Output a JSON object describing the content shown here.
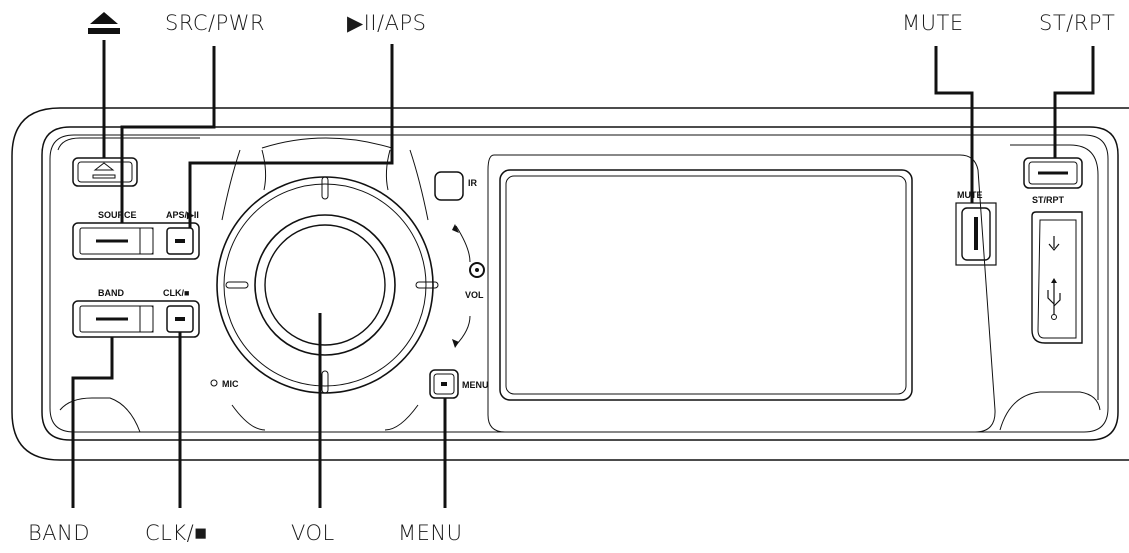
{
  "callouts": {
    "eject_symbol": "⏏",
    "src_pwr": "SRC/PWR",
    "play_aps": "▶II/APS",
    "mute": "MUTE",
    "st_rpt": "ST/RPT",
    "band": "BAND",
    "clk": "CLK/■",
    "vol": "VOL",
    "menu": "MENU"
  },
  "panel_labels": {
    "source": "SOURCE",
    "aps": "APS/▶II",
    "band": "BAND",
    "clk": "CLK/■",
    "ir": "IR",
    "vol": "VOL",
    "mic": "MIC",
    "menu": "MENU",
    "mute": "MUTE",
    "st_rpt": "ST/RPT"
  }
}
